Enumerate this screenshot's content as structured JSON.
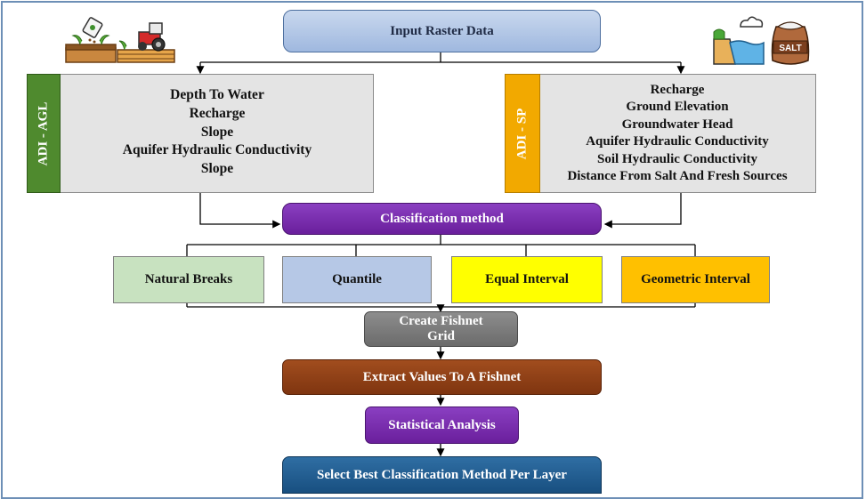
{
  "input_box": "Input Raster Data",
  "left_panel": {
    "tag": "ADI - AGL",
    "items": [
      "Depth To Water",
      "Recharge",
      "Slope",
      "Aquifer Hydraulic Conductivity",
      "Slope"
    ]
  },
  "right_panel": {
    "tag": "ADI - SP",
    "items": [
      "Recharge",
      "Ground Elevation",
      "Groundwater Head",
      "Aquifer Hydraulic Conductivity",
      "Soil Hydraulic Conductivity",
      "Distance From Salt And Fresh Sources"
    ]
  },
  "classification_box": "Classification method",
  "methods": [
    "Natural Breaks",
    "Quantile",
    "Equal Interval",
    "Geometric Interval"
  ],
  "fishnet_box": "Create Fishnet Grid",
  "extract_box": "Extract Values To A Fishnet",
  "statistics_box": "Statistical Analysis",
  "select_box": "Select Best Classification Method Per Layer",
  "icons": {
    "left": [
      "seedling-soil-icon",
      "tractor-field-icon"
    ],
    "right": [
      "coastal-water-icon",
      "salt-sack-icon"
    ],
    "salt_label": "SALT"
  },
  "colors": {
    "agl_tag": "#4f8a2e",
    "sp_tag": "#f2a900",
    "natural_breaks": "#c8e2c0",
    "quantile": "#b6c8e6",
    "equal_interval": "#ffff00",
    "geometric_interval": "#ffc000"
  }
}
